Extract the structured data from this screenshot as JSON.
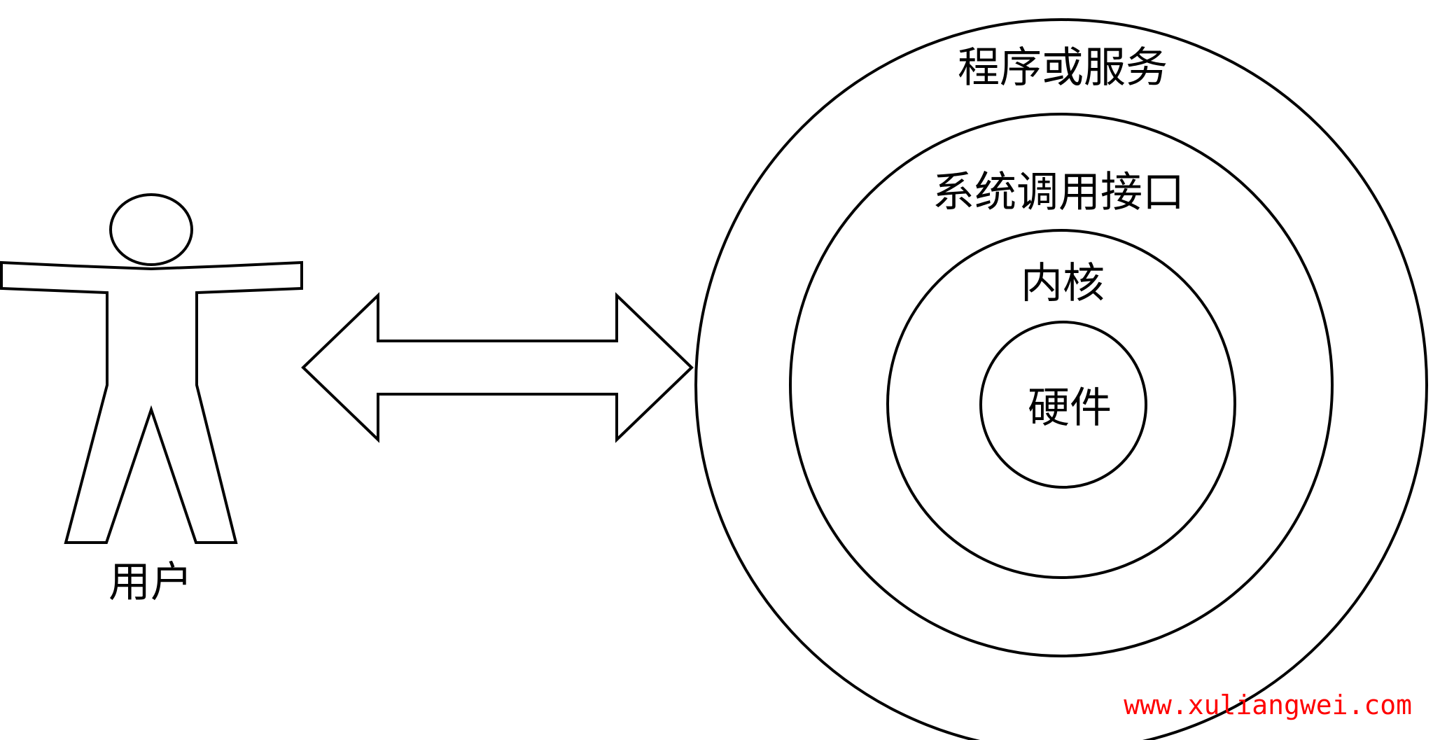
{
  "diagram": {
    "user_label": "用户",
    "layers": [
      {
        "id": "outer",
        "label": "程序或服务"
      },
      {
        "id": "syscall",
        "label": "系统调用接口"
      },
      {
        "id": "kernel",
        "label": "内核"
      },
      {
        "id": "hardware",
        "label": "硬件"
      }
    ],
    "watermark": "www.xuliangwei.com",
    "colors": {
      "stroke": "#000000",
      "fill": "#ffffff",
      "watermark": "#ff0000"
    },
    "icons": {
      "user": "user-figure-icon",
      "arrow": "double-arrow-icon"
    }
  }
}
